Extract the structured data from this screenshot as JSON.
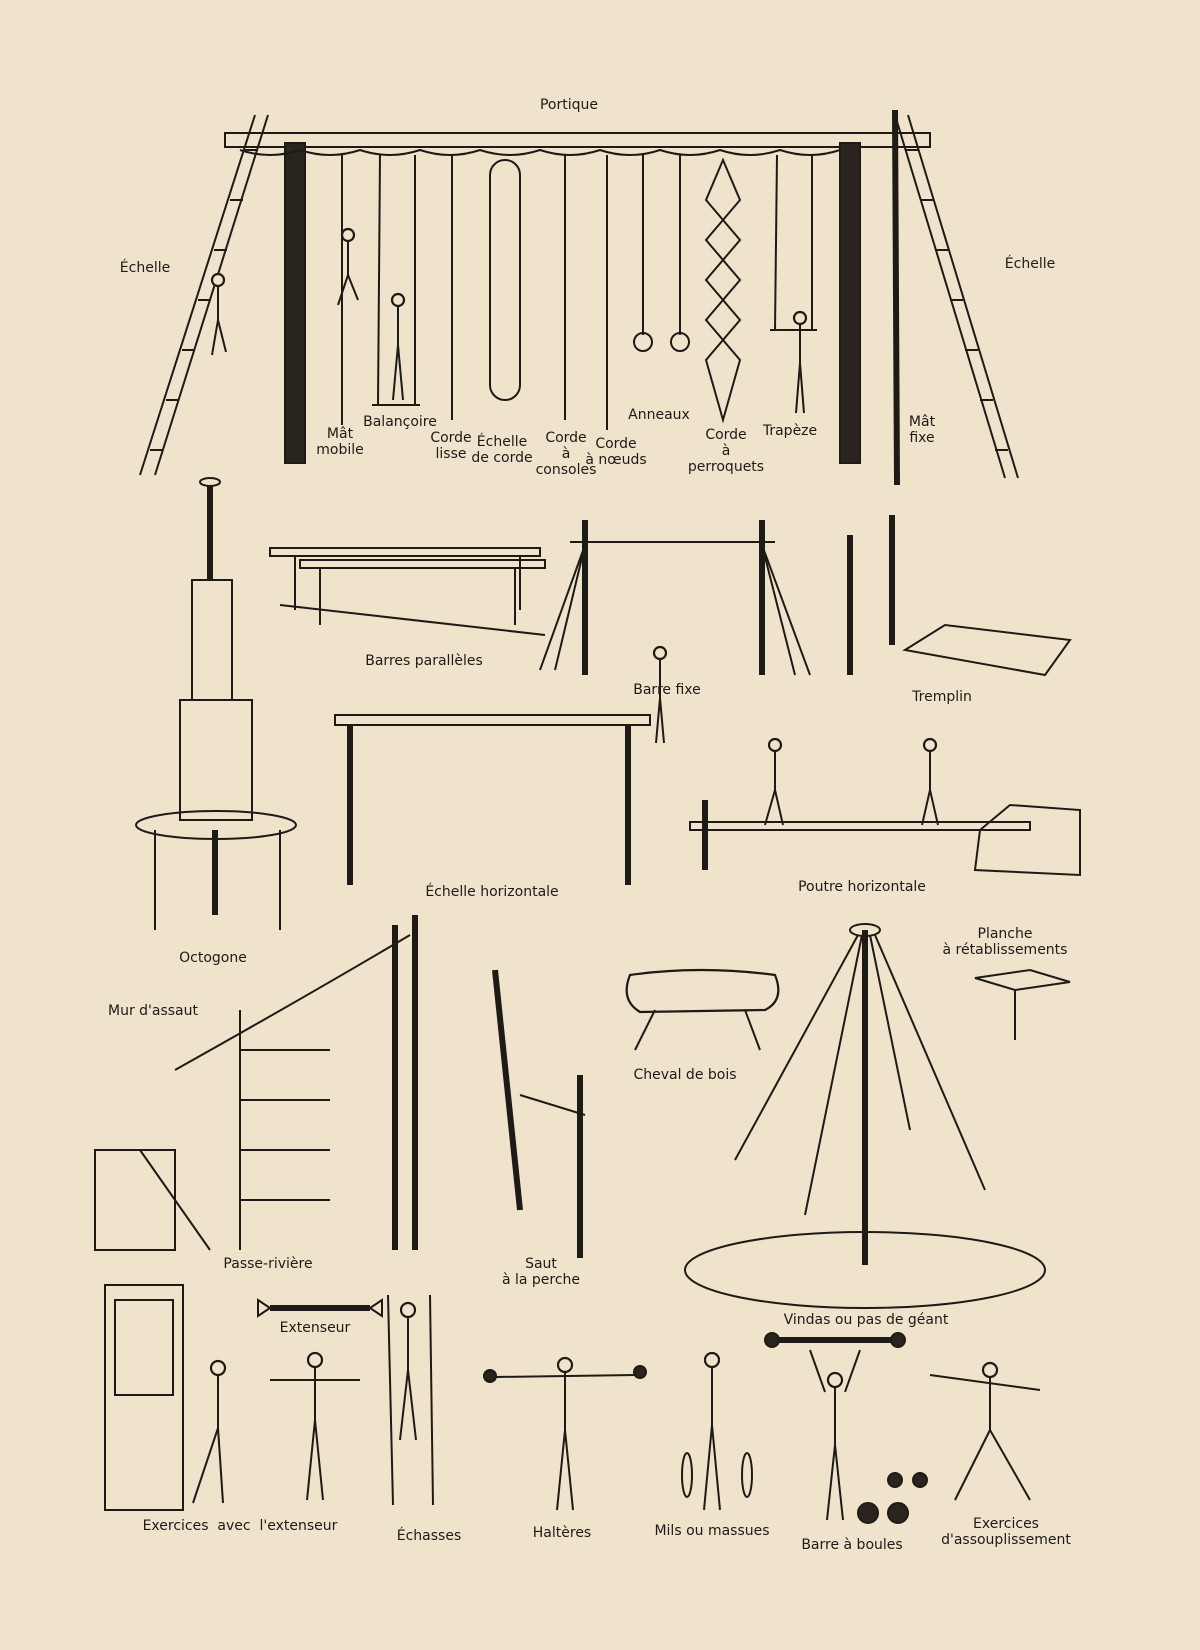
{
  "labels": {
    "portique": "Portique",
    "echelle_left": "Échelle",
    "echelle_right": "Échelle",
    "mat_mobile": [
      "Mât",
      "mobile"
    ],
    "balancoire": "Balançoire",
    "corde_lisse": [
      "Corde",
      "lisse"
    ],
    "echelle_de_corde": [
      "Échelle",
      "de corde"
    ],
    "corde_a_consoles": [
      "Corde",
      "à",
      "consoles"
    ],
    "corde_a_noeuds": [
      "Corde",
      "à nœuds"
    ],
    "anneaux": "Anneaux",
    "corde_a_perroquets": [
      "Corde",
      "à",
      "perroquets"
    ],
    "trapeze": "Trapèze",
    "mat_fixe": [
      "Mât",
      "fixe"
    ],
    "barres_paralleles": "Barres parallèles",
    "barre_fixe": "Barre fixe",
    "tremplin": "Tremplin",
    "echelle_horizontale": "Échelle horizontale",
    "poutre_horizontale": "Poutre horizontale",
    "octogone": "Octogone",
    "mur_d_assaut": "Mur d'assaut",
    "passe_riviere": "Passe-rivière",
    "saut_a_la_perche": [
      "Saut",
      "à la perche"
    ],
    "cheval_de_bois": "Cheval de bois",
    "planche_a_retablissements": [
      "Planche",
      "à rétablissements"
    ],
    "vindas": "Vindas ou pas de géant",
    "extenseur": "Extenseur",
    "exercices_extenseur": "Exercices  avec  l'extenseur",
    "echasses": "Échasses",
    "halteres": "Haltères",
    "mils_ou_massues": "Mils ou massues",
    "barre_a_boules": "Barre à boules",
    "exercices_assouplissement": [
      "Exercices",
      "d'assouplissement"
    ]
  },
  "colors": {
    "paper": "#efe3cc",
    "ink": "#1e1a16"
  }
}
